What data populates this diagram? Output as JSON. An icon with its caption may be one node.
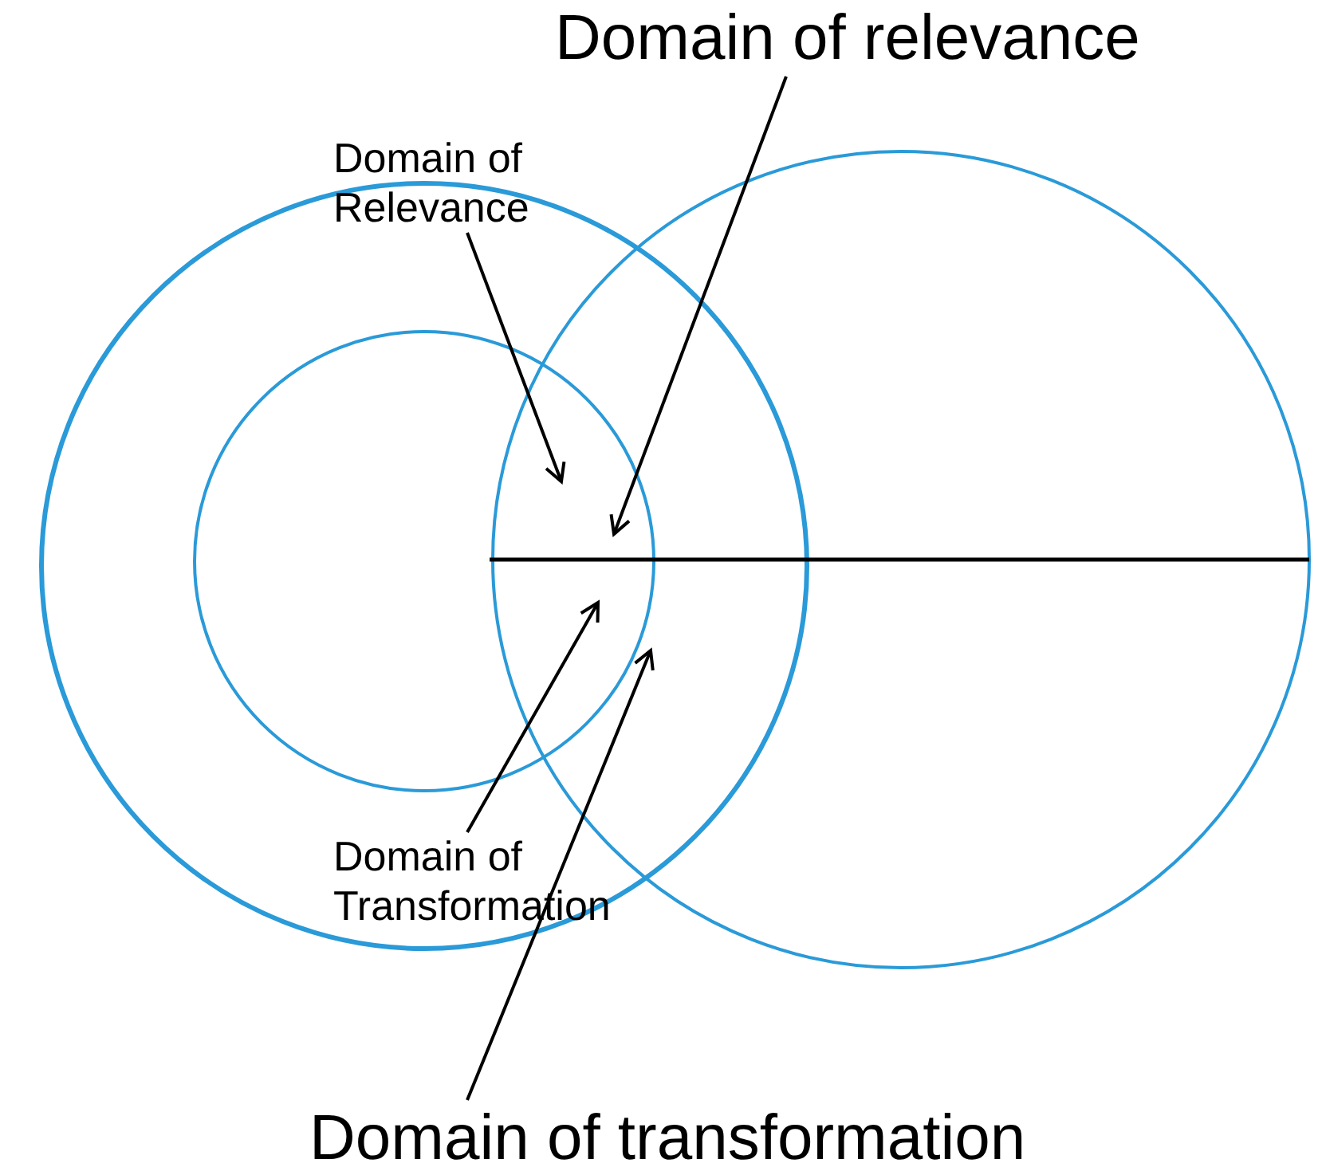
{
  "diagram": {
    "nodes": [
      {
        "text": [
          "Domain of relevance"
        ]
      },
      {
        "text": [
          "Domain of Relevance"
        ]
      },
      {
        "text": [
          "Domain of Transformation"
        ]
      },
      {
        "text": [
          "Domain of transformation"
        ]
      }
    ],
    "edges": [
      {
        "from": 0,
        "to": null,
        "arrow": "to"
      },
      {
        "from": 1,
        "to": null,
        "arrow": "to"
      },
      {
        "from": 2,
        "to": null,
        "arrow": "to"
      },
      {
        "from": 3,
        "to": null,
        "arrow": "to"
      }
    ]
  }
}
